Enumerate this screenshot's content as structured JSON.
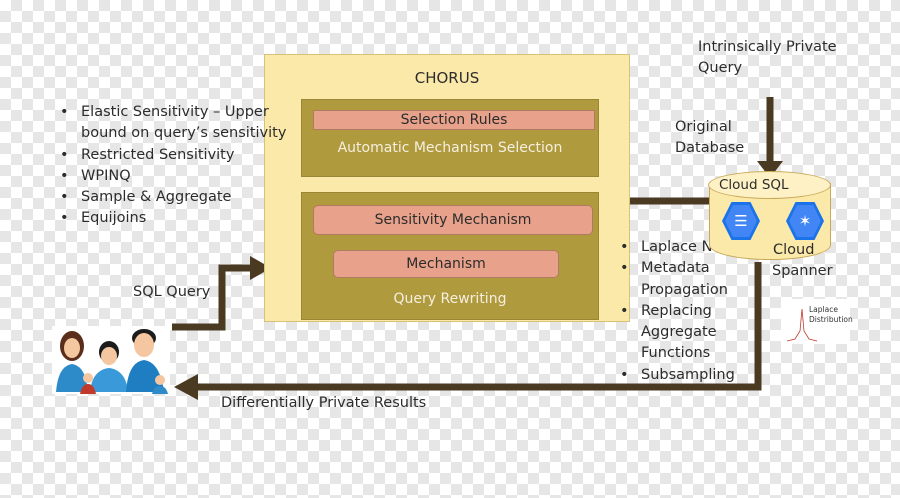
{
  "chorus": {
    "title": "CHORUS",
    "selection_rules": "Selection Rules",
    "automatic_mechanism_selection": "Automatic Mechanism Selection",
    "sensitivity_mechanism": "Sensitivity Mechanism",
    "mechanism": "Mechanism",
    "query_rewriting": "Query Rewriting"
  },
  "left_bullets": [
    "Elastic Sensitivity – Upper",
    "bound on query’s sensitivity",
    "Restricted Sensitivity",
    "WPINQ",
    "Sample & Aggregate",
    "Equijoins"
  ],
  "right_bullets": [
    "Laplace Noise",
    "Metadata",
    "Propagation",
    "Replacing",
    "Aggregate",
    "Functions",
    "Subsampling"
  ],
  "labels": {
    "intrinsically_private_query": [
      "Intrinsically Private",
      "Query"
    ],
    "original_database": [
      "Original",
      "Database"
    ],
    "cloud_sql": "Cloud SQL",
    "cloud_spanner": [
      "Cloud",
      "Spanner"
    ],
    "sql_query": "SQL Query",
    "differentially_private_results": "Differentially Private Results",
    "laplace_distribution": [
      "Laplace",
      "Distribution"
    ]
  },
  "icons": {
    "cloud_sql": "cloud-sql-icon",
    "cloud_spanner": "cloud-spanner-icon",
    "users": "users-group-icon",
    "laplace_chart": "laplace-distribution-icon"
  },
  "colors": {
    "chorus_bg": "#fbe9a9",
    "panel": "#b09a3e",
    "pill": "#e8a18a",
    "arrow": "#4a3a22",
    "gcp_blue": "#4285f4"
  }
}
